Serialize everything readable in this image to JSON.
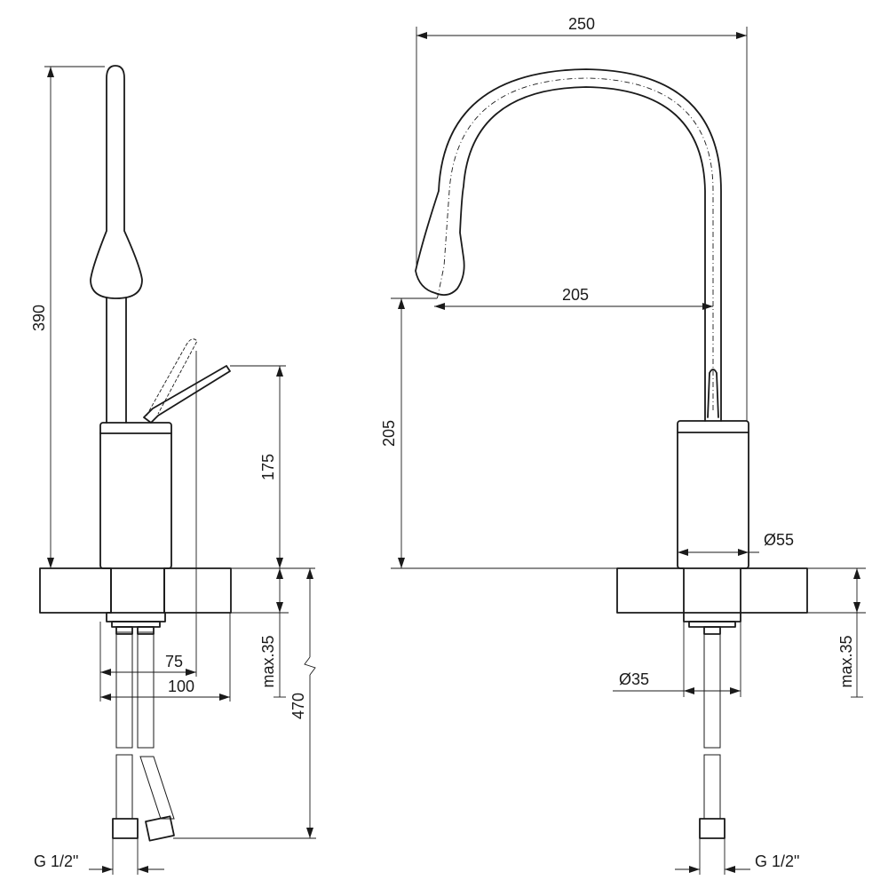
{
  "side_view": {
    "dim_height_total": "390",
    "dim_lever_height": "175",
    "dim_lever_reach": "75",
    "dim_base_width": "100",
    "dim_max_thickness": "max.35",
    "dim_hose_length": "470",
    "thread_label": "G 1/2\""
  },
  "front_view": {
    "dim_width": "250",
    "dim_spout_reach": "205",
    "dim_spout_height": "205",
    "dim_body_diameter": "Ø55",
    "dim_shank_diameter": "Ø35",
    "dim_max_thickness": "max.35",
    "thread_label": "G 1/2\""
  }
}
